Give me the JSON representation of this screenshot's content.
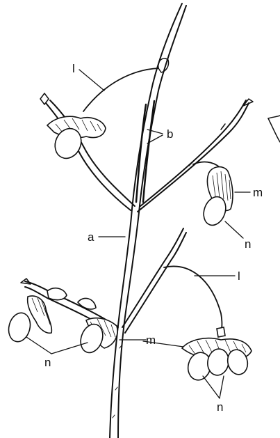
{
  "labels": {
    "a": "a",
    "b": "b",
    "l_top": "l",
    "l_right": "l",
    "m_right": "m",
    "m_bottom": "m",
    "n_right": "n",
    "n_left": "n",
    "n_bottom": "n"
  },
  "colors": {
    "ink": "#111111",
    "paper": "#ffffff"
  }
}
